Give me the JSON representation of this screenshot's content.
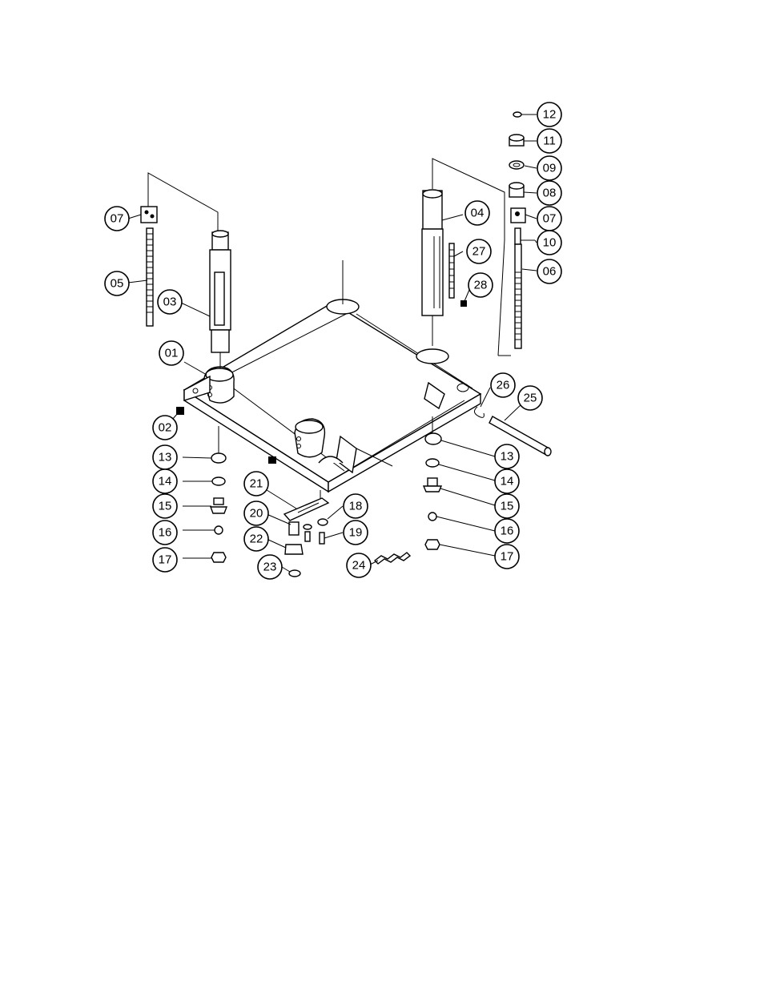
{
  "callouts": [
    {
      "label": "01"
    },
    {
      "label": "02"
    },
    {
      "label": "03"
    },
    {
      "label": "04"
    },
    {
      "label": "05"
    },
    {
      "label": "06"
    },
    {
      "label": "07"
    },
    {
      "label": "07"
    },
    {
      "label": "08"
    },
    {
      "label": "09"
    },
    {
      "label": "10"
    },
    {
      "label": "11"
    },
    {
      "label": "12"
    },
    {
      "label": "13"
    },
    {
      "label": "13"
    },
    {
      "label": "14"
    },
    {
      "label": "14"
    },
    {
      "label": "15"
    },
    {
      "label": "15"
    },
    {
      "label": "16"
    },
    {
      "label": "16"
    },
    {
      "label": "17"
    },
    {
      "label": "17"
    },
    {
      "label": "18"
    },
    {
      "label": "19"
    },
    {
      "label": "20"
    },
    {
      "label": "21"
    },
    {
      "label": "22"
    },
    {
      "label": "23"
    },
    {
      "label": "24"
    },
    {
      "label": "25"
    },
    {
      "label": "26"
    },
    {
      "label": "27"
    },
    {
      "label": "28"
    }
  ]
}
